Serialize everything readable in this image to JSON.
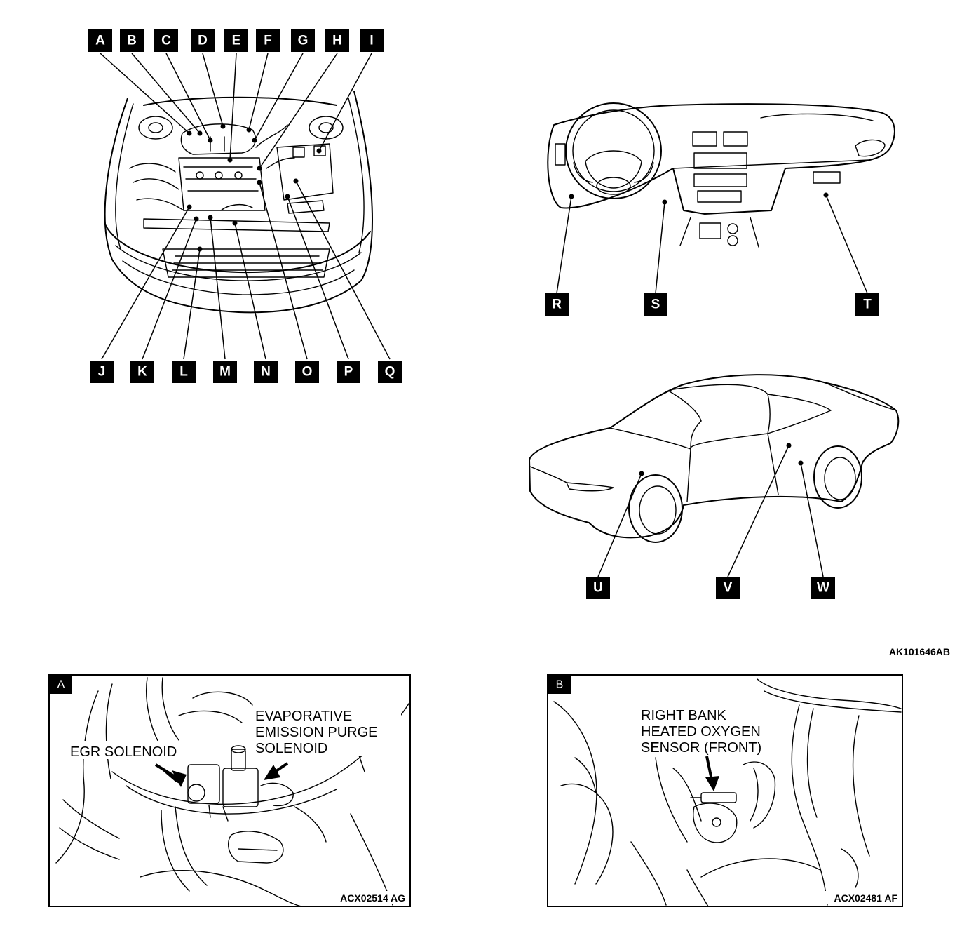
{
  "figure_code": "AK101646AB",
  "engine_labels": [
    "A",
    "B",
    "C",
    "D",
    "E",
    "F",
    "G",
    "H",
    "I",
    "J",
    "K",
    "L",
    "M",
    "N",
    "O",
    "P",
    "Q"
  ],
  "dash_labels": [
    "R",
    "S",
    "T"
  ],
  "car_labels": [
    "U",
    "V",
    "W"
  ],
  "detail_a": {
    "tag": "A",
    "egr_label": "EGR SOLENOID",
    "evap_label": [
      "EVAPORATIVE",
      "EMISSION PURGE",
      "SOLENOID"
    ],
    "code": "ACX02514 AG"
  },
  "detail_b": {
    "tag": "B",
    "sensor_label": [
      "RIGHT BANK",
      "HEATED OXYGEN",
      "SENSOR (FRONT)"
    ],
    "code": "ACX02481 AF"
  }
}
